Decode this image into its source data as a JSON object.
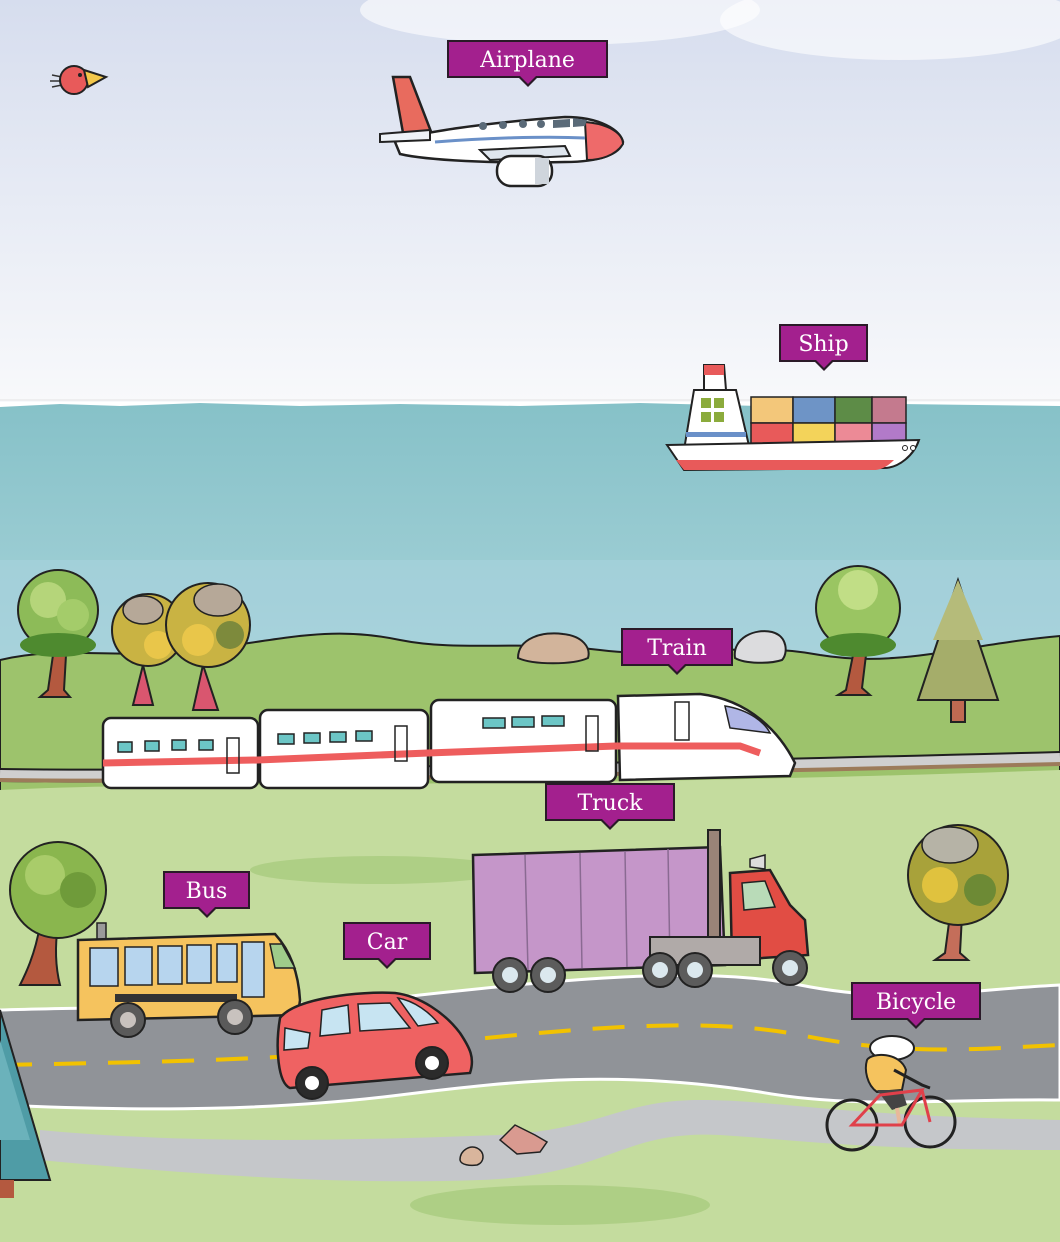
{
  "scene": {
    "colors": {
      "sky_top": "#d9e0ef",
      "sky_bottom": "#f7f8fb",
      "sea": "#8ec6cc",
      "grass_far": "#9cc46a",
      "grass_near": "#c9dfa5",
      "road": "#8f9296",
      "road_line": "#f2c200",
      "path": "#c5c7ca",
      "label_bg": "#a3208e",
      "label_text": "#ffffff"
    }
  },
  "labels": {
    "airplane": "Airplane",
    "ship": "Ship",
    "train": "Train",
    "truck": "Truck",
    "bus": "Bus",
    "car": "Car",
    "bicycle": "Bicycle"
  },
  "icons": {
    "bird": "bird-icon",
    "airplane": "airplane-icon",
    "ship": "ship-icon",
    "train": "train-icon",
    "truck": "truck-icon",
    "bus": "bus-icon",
    "car": "car-icon",
    "bicycle": "bicycle-icon",
    "tree": "tree-icon",
    "pine": "pine-tree-icon",
    "rock": "rock-icon"
  }
}
